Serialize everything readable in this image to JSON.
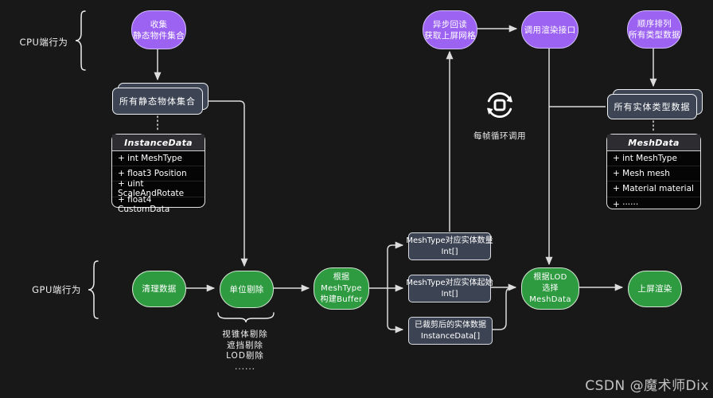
{
  "labels": {
    "cpu": "CPU端行为",
    "gpu": "GPU端行为",
    "loop_caption": "每帧循环调用",
    "watermark": "CSDN @魔术师Dix"
  },
  "colors": {
    "background": "#181818",
    "cpu_node_fill": "#9c63f2",
    "gpu_node_fill": "#2f9b41",
    "store_box_fill": "#3d4554",
    "connector": "#dcdcdc"
  },
  "cpu_flow": {
    "collect": {
      "line1": "收集",
      "line2": "静态物件集合"
    },
    "async_readback": {
      "line1": "异步回读",
      "line2": "获取上屏网格"
    },
    "call_render_api": {
      "label": "调用渲染接口"
    },
    "sort_all_types": {
      "line1": "顺序排列",
      "line2": "所有类型数据"
    }
  },
  "data_stores": {
    "static_objects": {
      "label": "所有静态物体集合"
    },
    "entity_types": {
      "label": "所有实体类型数据"
    }
  },
  "classes": {
    "instance_data": {
      "name": "InstanceData",
      "fields": [
        "+ int MeshType",
        "+ float3 Position",
        "+ uint ScaleAndRotate",
        "+ float4 CustomData"
      ]
    },
    "mesh_data": {
      "name": "MeshData",
      "fields": [
        "+ int MeshType",
        "+ Mesh mesh",
        "+ Material material",
        "+ ······"
      ]
    }
  },
  "gpu_flow": {
    "clear_data": {
      "label": "清理数据"
    },
    "unit_culling": {
      "label": "单位剔除",
      "notes": [
        "视锥体剔除",
        "遮挡剔除",
        "LOD剔除",
        "......"
      ]
    },
    "build_buffer": {
      "line1": "根据MeshType",
      "line2": "构建Buffer"
    },
    "select_lod": {
      "line1": "根据LOD",
      "line2": "选择MeshData"
    },
    "render_screen": {
      "label": "上屏渲染"
    }
  },
  "buffers": {
    "count": {
      "line1": "MeshType对应实体数量",
      "line2": "Int[]"
    },
    "start": {
      "line1": "MeshType对应实体起始",
      "line2": "Int[]"
    },
    "culled": {
      "line1": "已裁剪后的实体数据",
      "line2": "InstanceData[]"
    }
  }
}
